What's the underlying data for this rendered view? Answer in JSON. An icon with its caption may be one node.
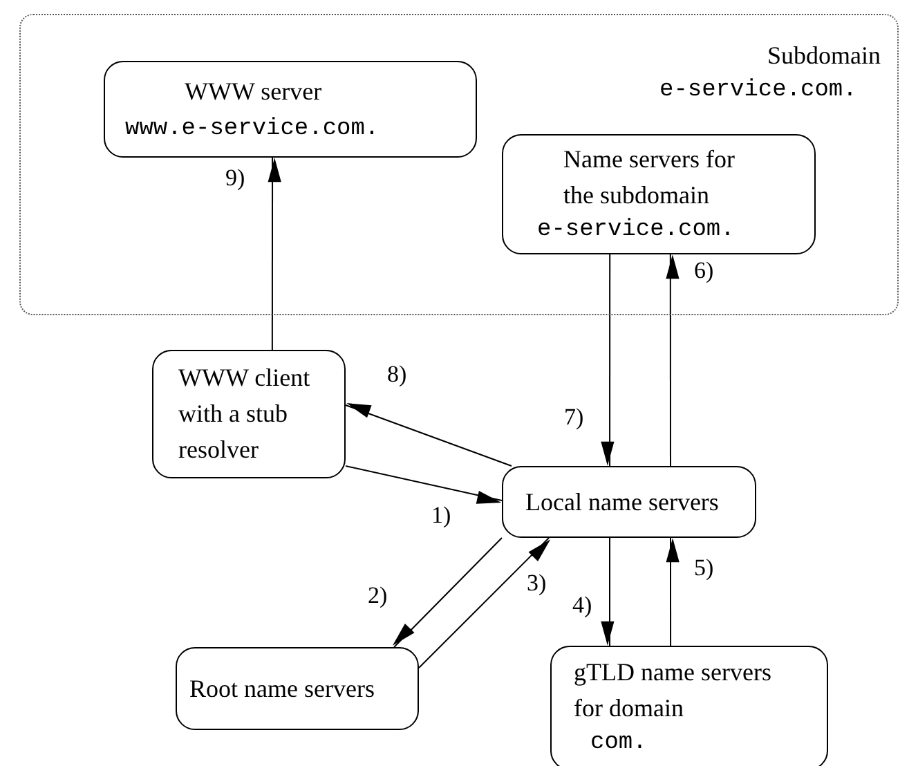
{
  "diagram": {
    "nodes": [
      {
        "text": [
          "Subdomain",
          "e-service.com."
        ]
      },
      {
        "text": [
          "WWW server",
          "www.e-service.com."
        ],
        "in": 0
      },
      {
        "text": [
          "Name servers for the subdomain",
          "e-service.com."
        ],
        "in": 0
      },
      {
        "text": [
          "WWW client with a stub resolver"
        ]
      },
      {
        "text": [
          "Local name servers"
        ]
      },
      {
        "text": [
          "Root name servers"
        ]
      },
      {
        "text": [
          "gTLD name servers for domain",
          "com."
        ]
      }
    ],
    "edges": [
      {
        "from": 3,
        "to": 4,
        "arrow": "to",
        "label": "1)"
      },
      {
        "from": 4,
        "to": 5,
        "arrow": "to",
        "label": "2)"
      },
      {
        "from": 5,
        "to": 4,
        "arrow": "to",
        "label": "3)"
      },
      {
        "from": 4,
        "to": 6,
        "arrow": "to",
        "label": "4)"
      },
      {
        "from": 6,
        "to": 4,
        "arrow": "to",
        "label": "5)"
      },
      {
        "from": 4,
        "to": 2,
        "arrow": "to",
        "label": "6)"
      },
      {
        "from": 2,
        "to": 4,
        "arrow": "to",
        "label": "7)"
      },
      {
        "from": 4,
        "to": 3,
        "arrow": "to",
        "label": "8)"
      },
      {
        "from": 3,
        "to": 1,
        "arrow": "to",
        "label": "9)"
      }
    ]
  }
}
